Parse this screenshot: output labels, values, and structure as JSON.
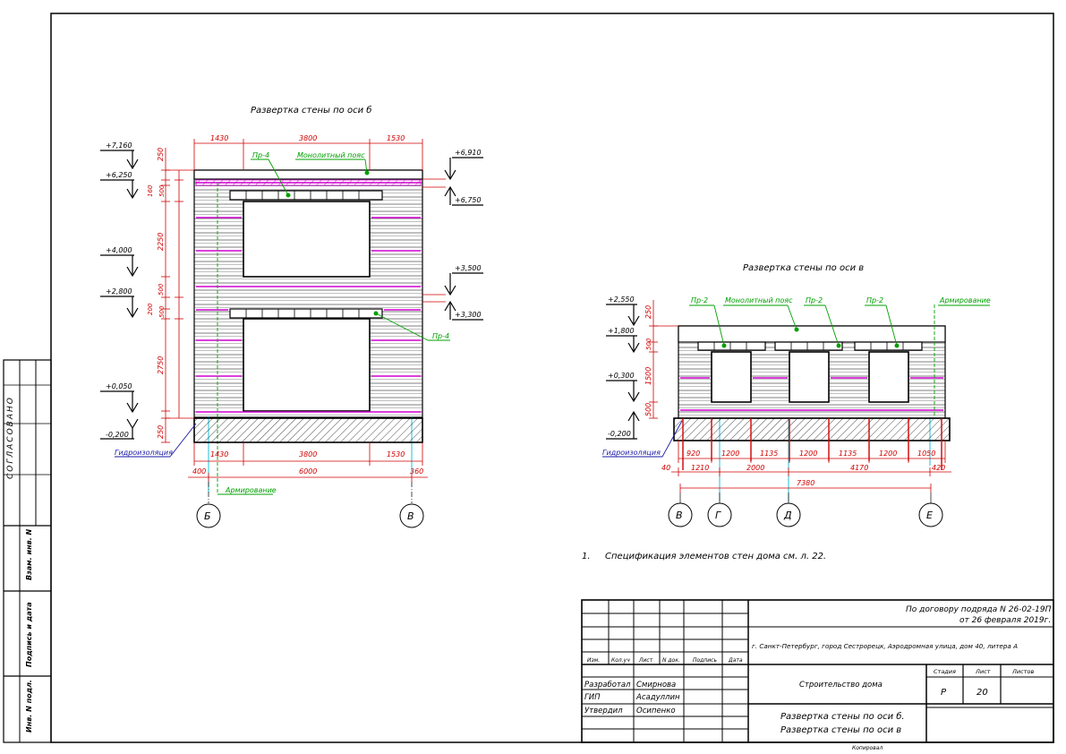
{
  "sheet": {
    "left_stamp": [
      "СОГЛАСОВАНО",
      "Взам. инв. N",
      "Подпись и дата",
      "Инв. N подл."
    ]
  },
  "wall_b": {
    "title": "Развертка стены по оси б",
    "levels": [
      "+7,160",
      "+6,250",
      "+4,000",
      "+2,800",
      "+0,050",
      "-0,200"
    ],
    "levels_right": [
      "+6,910",
      "+6,750",
      "+3,500",
      "+3,300"
    ],
    "vert_dims": [
      "250",
      "160",
      "500",
      "2250",
      "500",
      "200",
      "500",
      "2750",
      "250"
    ],
    "top_dims": [
      "1430",
      "3800",
      "1530"
    ],
    "bottom_dims": [
      "1430",
      "3800",
      "1530"
    ],
    "total_dims": [
      "400",
      "6000",
      "360"
    ],
    "labels": {
      "pr4_top": "Пр-4",
      "monolith_belt": "Монолитный пояс",
      "pr4_side": "Пр-4",
      "waterproofing": "Гидроизоляция",
      "reinforcement": "Армирование"
    },
    "axes": [
      "Б",
      "В"
    ]
  },
  "wall_v": {
    "title": "Развертка стены по оси в",
    "levels": [
      "+2,550",
      "+1,800",
      "+0,300",
      "-0,200"
    ],
    "vert_dims": [
      "250",
      "500",
      "1500",
      "500"
    ],
    "dims_row1": [
      "920",
      "1200",
      "1135",
      "1200",
      "1135",
      "1200",
      "1050"
    ],
    "dims_row2": [
      "40",
      "1210",
      "2000",
      "4170",
      "420"
    ],
    "total": "7380",
    "labels": {
      "pr2_a": "Пр-2",
      "monolith_belt": "Монолитный пояс",
      "pr2_b": "Пр-2",
      "pr2_c": "Пр-2",
      "reinforcement": "Армирование",
      "waterproofing": "Гидроизоляция"
    },
    "axes": [
      "В",
      "Г",
      "Д",
      "Е"
    ]
  },
  "note": {
    "num": "1.",
    "text": "Спецификация элементов стен дома см. л. 22."
  },
  "title_block": {
    "contract_line1": "По договору подряда N 26-02-19П",
    "contract_line2": "от 26 февраля 2019г.",
    "address": "г. Санкт-Петербург, город Сестрорецк, Аэродромная улица, дом 40, литера А",
    "col_headers": [
      "Изм.",
      "Кол.уч",
      "Лист",
      "N док.",
      "Подпись",
      "Дата"
    ],
    "roles": [
      {
        "role": "Разработал",
        "name": "Смирнова"
      },
      {
        "role": "ГИП",
        "name": "Асадуллин"
      },
      {
        "role": "Утвердил",
        "name": "Осипенко"
      }
    ],
    "project": "Строительство дома",
    "stage_header": "Стадия",
    "sheet_header": "Лист",
    "sheets_header": "Листов",
    "stage": "Р",
    "sheet": "20",
    "drawing_title_1": "Развертка стены по оси б.",
    "drawing_title_2": "Развертка стены по оси в",
    "copied": "Копировал"
  }
}
